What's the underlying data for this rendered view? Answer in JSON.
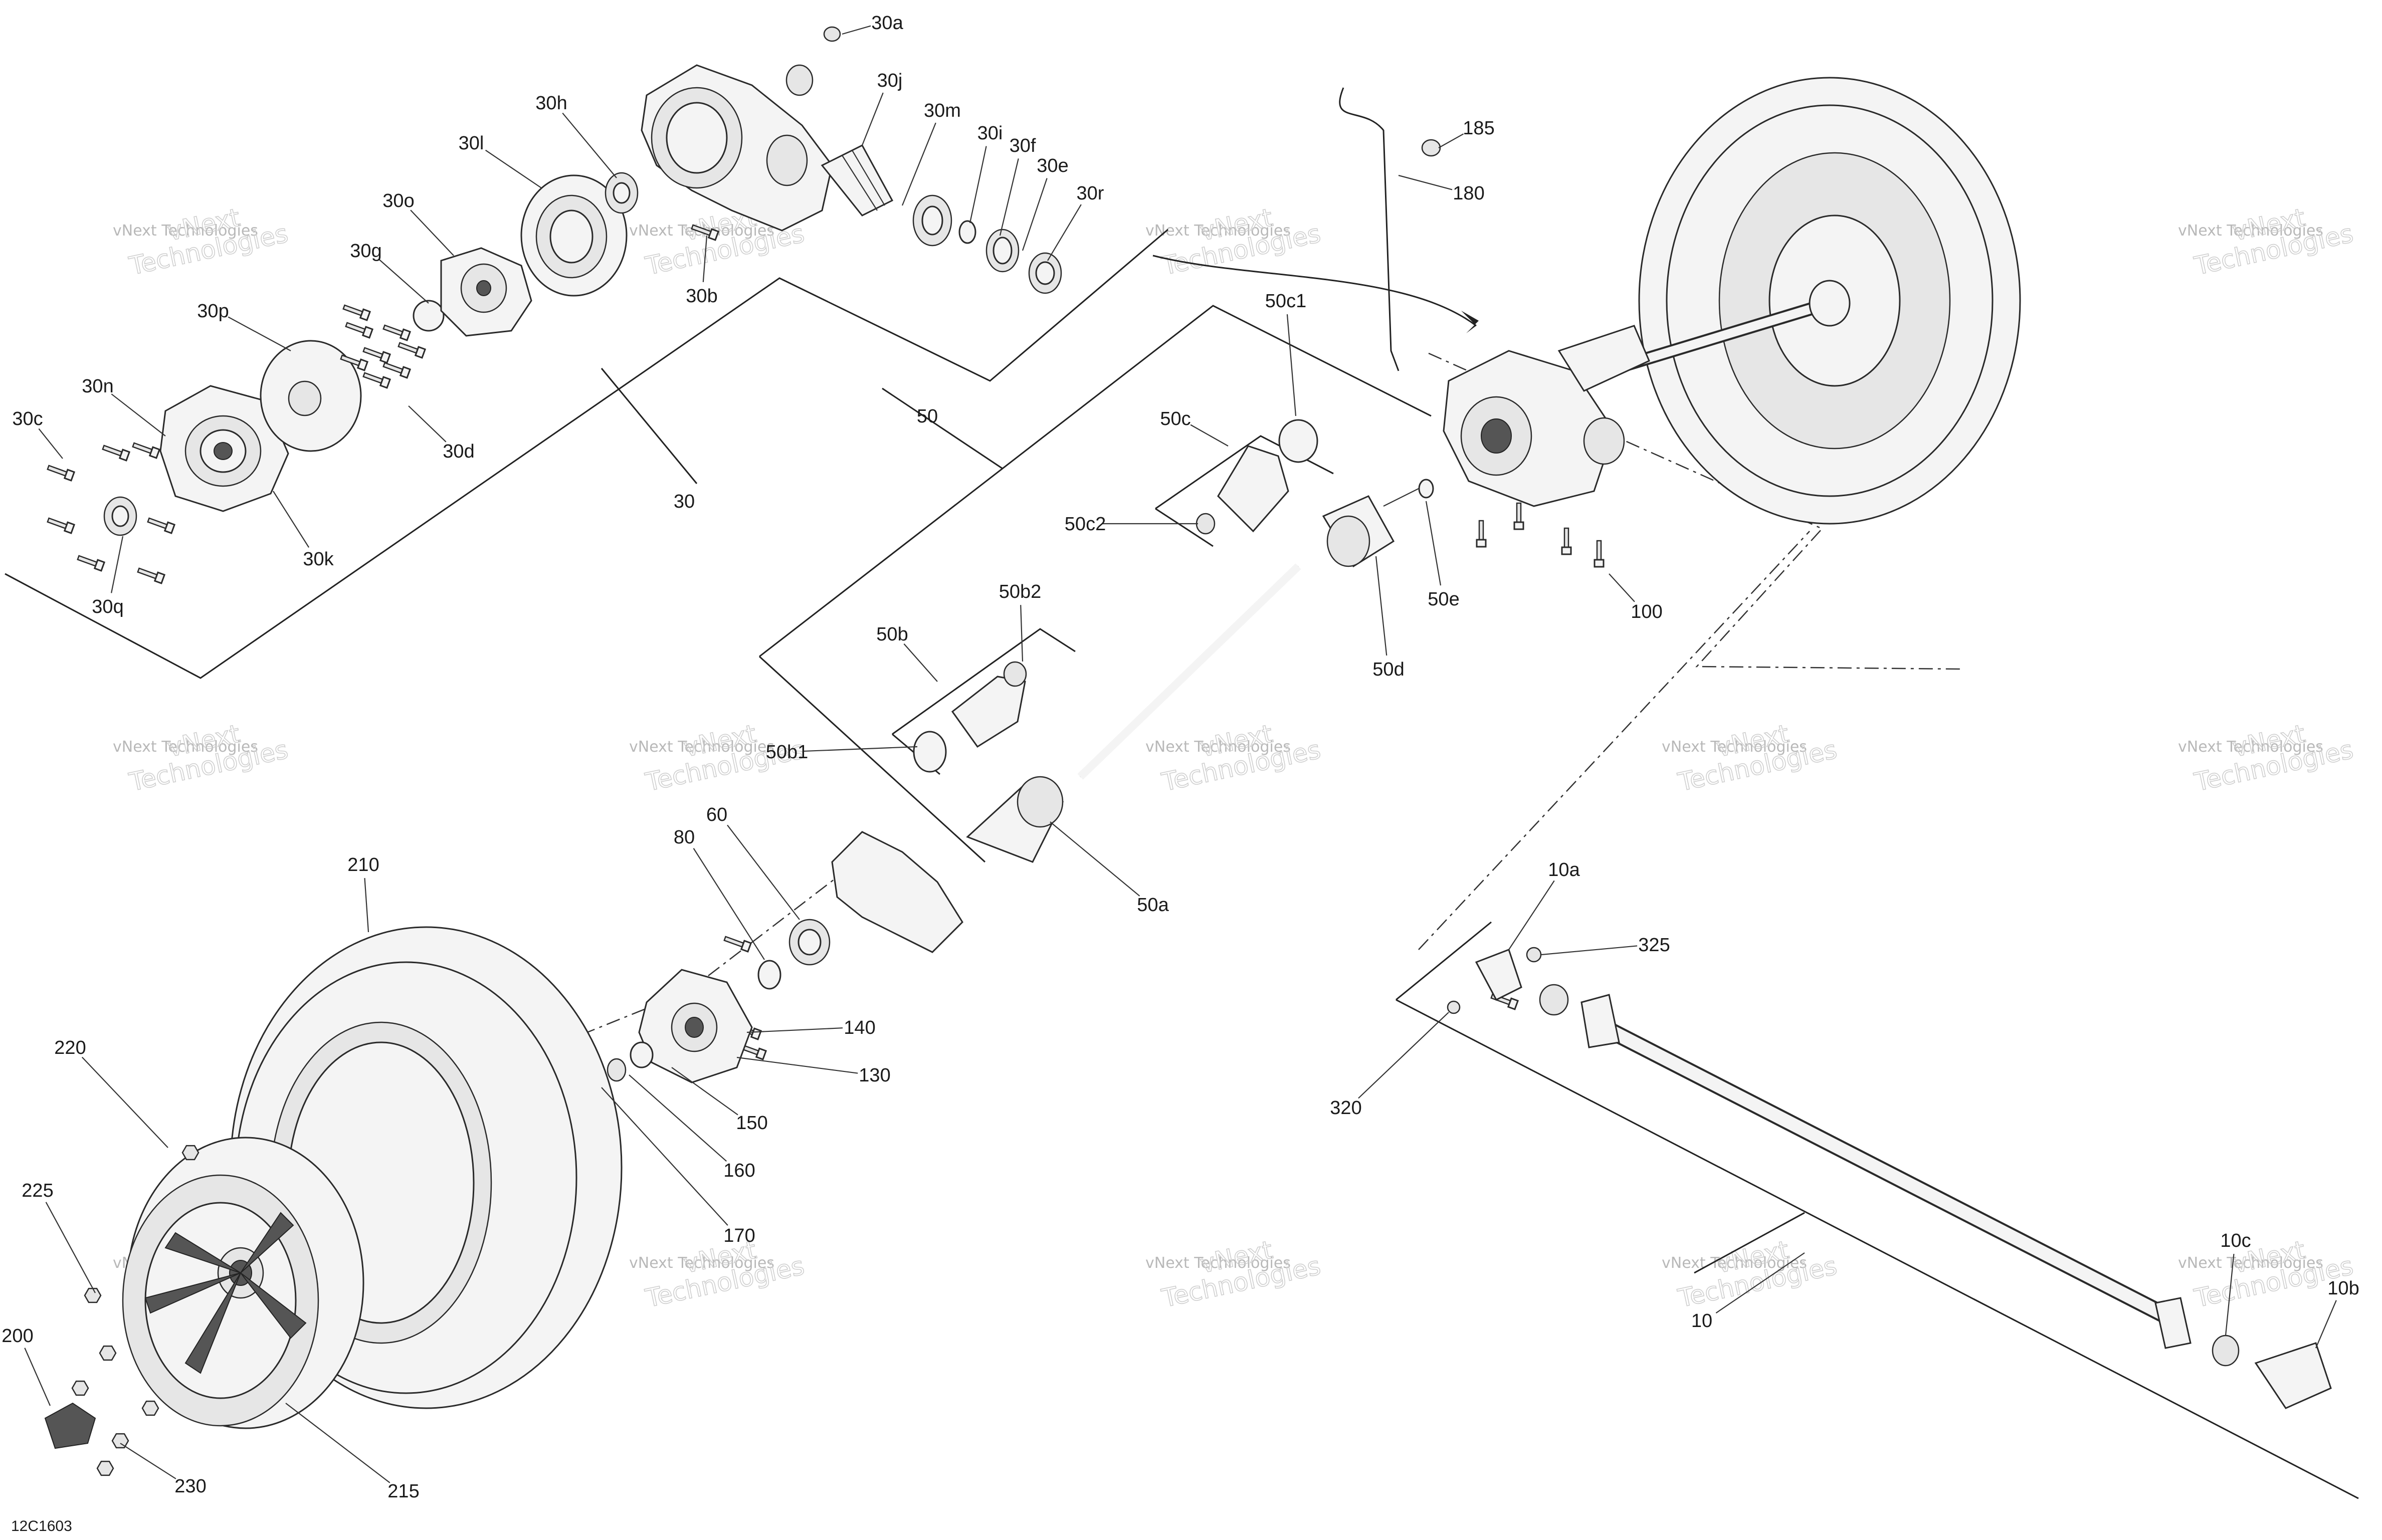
{
  "callouts": [
    {
      "id": "30a",
      "text": "30a"
    },
    {
      "id": "30j",
      "text": "30j"
    },
    {
      "id": "30h",
      "text": "30h"
    },
    {
      "id": "30m",
      "text": "30m"
    },
    {
      "id": "30l",
      "text": "30l"
    },
    {
      "id": "30i",
      "text": "30i"
    },
    {
      "id": "30f",
      "text": "30f"
    },
    {
      "id": "30e",
      "text": "30e"
    },
    {
      "id": "30o",
      "text": "30o"
    },
    {
      "id": "30r",
      "text": "30r"
    },
    {
      "id": "30g",
      "text": "30g"
    },
    {
      "id": "30b",
      "text": "30b"
    },
    {
      "id": "30p",
      "text": "30p"
    },
    {
      "id": "30n",
      "text": "30n"
    },
    {
      "id": "30c",
      "text": "30c"
    },
    {
      "id": "30d",
      "text": "30d"
    },
    {
      "id": "30",
      "text": "30"
    },
    {
      "id": "30k",
      "text": "30k"
    },
    {
      "id": "30q",
      "text": "30q"
    },
    {
      "id": "185",
      "text": "185"
    },
    {
      "id": "180",
      "text": "180"
    },
    {
      "id": "50c1",
      "text": "50c1"
    },
    {
      "id": "50c",
      "text": "50c"
    },
    {
      "id": "50",
      "text": "50"
    },
    {
      "id": "50c2",
      "text": "50c2"
    },
    {
      "id": "50e",
      "text": "50e"
    },
    {
      "id": "100",
      "text": "100"
    },
    {
      "id": "50d",
      "text": "50d"
    },
    {
      "id": "50b2",
      "text": "50b2"
    },
    {
      "id": "50b",
      "text": "50b"
    },
    {
      "id": "50b1",
      "text": "50b1"
    },
    {
      "id": "80",
      "text": "80"
    },
    {
      "id": "60",
      "text": "60"
    },
    {
      "id": "50a",
      "text": "50a"
    },
    {
      "id": "210",
      "text": "210"
    },
    {
      "id": "10a",
      "text": "10a"
    },
    {
      "id": "325",
      "text": "325"
    },
    {
      "id": "140",
      "text": "140"
    },
    {
      "id": "130",
      "text": "130"
    },
    {
      "id": "320",
      "text": "320"
    },
    {
      "id": "220",
      "text": "220"
    },
    {
      "id": "150",
      "text": "150"
    },
    {
      "id": "160",
      "text": "160"
    },
    {
      "id": "225",
      "text": "225"
    },
    {
      "id": "170",
      "text": "170"
    },
    {
      "id": "10c",
      "text": "10c"
    },
    {
      "id": "10b",
      "text": "10b"
    },
    {
      "id": "10",
      "text": "10"
    },
    {
      "id": "200",
      "text": "200"
    },
    {
      "id": "230",
      "text": "230"
    },
    {
      "id": "215",
      "text": "215"
    }
  ],
  "watermark": {
    "small": "vNext Technologies",
    "big_line1": "vNext",
    "big_line2": "Technologies"
  },
  "drawing_code": "12C1603"
}
